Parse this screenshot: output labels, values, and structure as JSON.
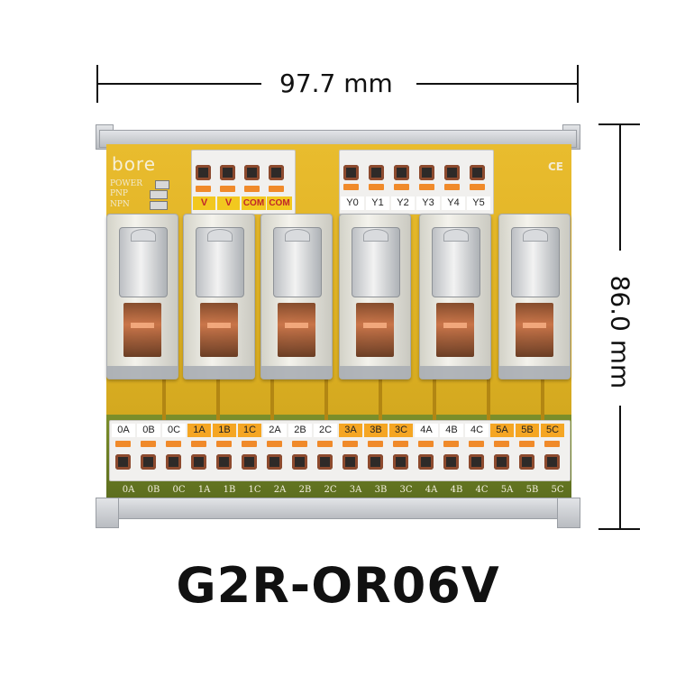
{
  "dimensions": {
    "width_label": "97.7 mm",
    "height_label": "86.0 mm"
  },
  "product": {
    "model": "G2R-OR06V"
  },
  "board": {
    "brand": "bore",
    "indicators": [
      "POWER",
      "PNP",
      "NPN"
    ],
    "cert_mark": "CE",
    "top_power_terminals": [
      "V",
      "V",
      "COM",
      "COM"
    ],
    "top_output_terminals": [
      "Y0",
      "Y1",
      "Y2",
      "Y3",
      "Y4",
      "Y5"
    ],
    "bottom_terminals": [
      "0A",
      "0B",
      "0C",
      "1A",
      "1B",
      "1C",
      "2A",
      "2B",
      "2C",
      "3A",
      "3B",
      "3C",
      "4A",
      "4B",
      "4C",
      "5A",
      "5B",
      "5C"
    ],
    "relay_count": 6
  }
}
